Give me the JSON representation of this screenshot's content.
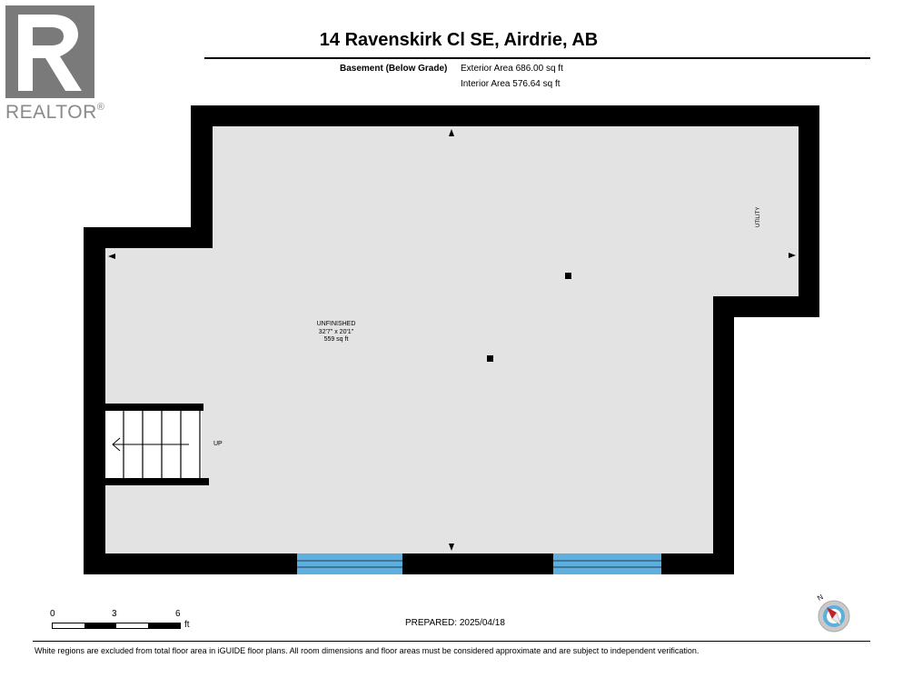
{
  "logo": {
    "wordmark": "REALTOR",
    "symbol": "®"
  },
  "header": {
    "address": "14 Ravenskirk Cl SE, Airdrie, AB",
    "floor_label": "Basement (Below Grade)",
    "exterior_area": "Exterior Area 686.00 sq ft",
    "interior_area": "Interior Area 576.64 sq ft"
  },
  "plan": {
    "room": {
      "name": "UNFINISHED",
      "dimensions": "32'7\" x 20'1\"",
      "area": "559 sq ft"
    },
    "utility_label": "UTILITY",
    "stair_label": "UP",
    "colors": {
      "wall": "#000000",
      "floor": "#e3e3e3",
      "window": "#5eaede"
    }
  },
  "scale": {
    "ticks": [
      "0",
      "3",
      "6"
    ],
    "unit": "ft"
  },
  "prepared": "PREPARED:  2025/04/18",
  "compass": {
    "label": "N"
  },
  "footer": {
    "disclaimer": "White regions are excluded from total floor area in iGUIDE floor plans. All room dimensions and floor areas must be considered approximate and are subject to independent verification."
  }
}
